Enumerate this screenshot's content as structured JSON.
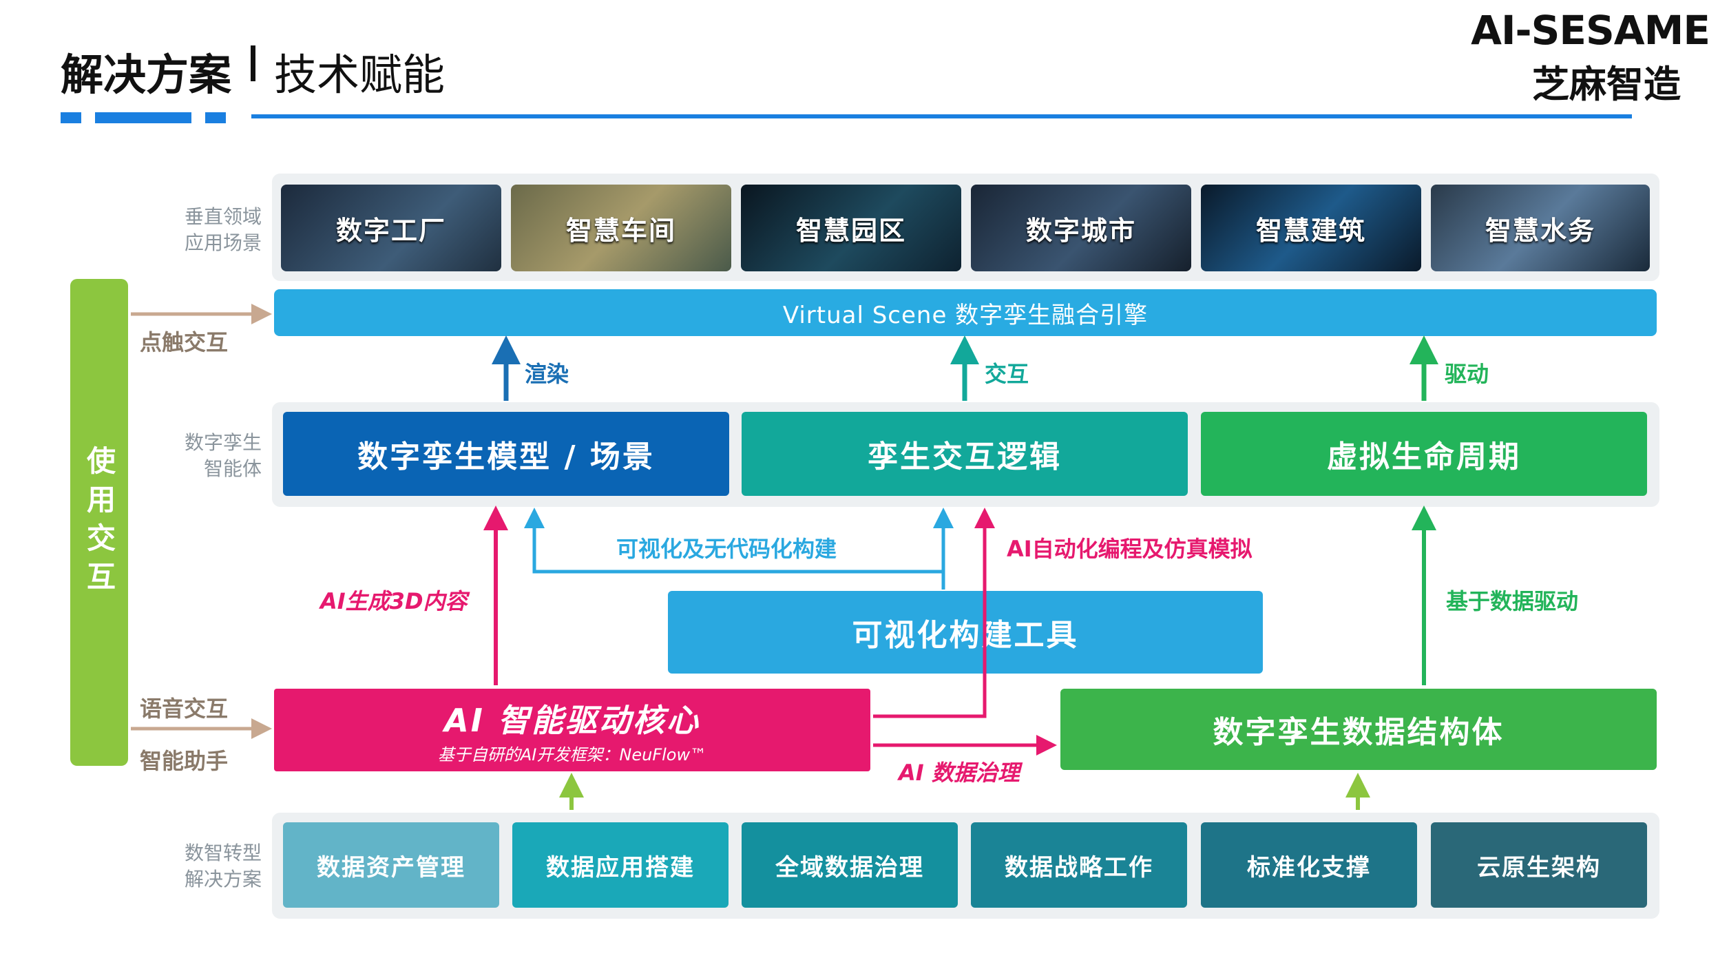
{
  "header": {
    "title_bold": "解决方案",
    "title_light": "技术赋能",
    "brand_en": "AI-SESAME",
    "brand_cn": "芝麻智造"
  },
  "side_labels": {
    "vertical": "垂直领域\n应用场景",
    "twin": "数字孪生\n智能体",
    "transform": "数智转型\n解决方案"
  },
  "interaction": {
    "bar_label": "使用交互",
    "touch": "点触交互",
    "voice": "语音交互",
    "assistant": "智能助手"
  },
  "scenes": [
    "数字工厂",
    "智慧车间",
    "智慧园区",
    "数字城市",
    "智慧建筑",
    "智慧水务"
  ],
  "engine": "Virtual Scene 数字孪生融合引擎",
  "upper_arrows": {
    "render": "渲染",
    "interact": "交互",
    "drive": "驱动"
  },
  "twin_boxes": [
    "数字孪生模型 / 场景",
    "孪生交互逻辑",
    "虚拟生命周期"
  ],
  "mid_labels": {
    "visual_nocode": "可视化及无代码化构建",
    "ai_auto": "AI自动化编程及仿真模拟",
    "ai_3d": "AI生成3D内容",
    "data_driven": "基于数据驱动",
    "ai_governance": "AI 数据治理"
  },
  "visual_tool": "可视化构建工具",
  "ai_core": {
    "title": "AI 智能驱动核心",
    "subtitle": "基于自研的AI开发框架：NeuFlow™"
  },
  "data_struct": "数字孪生数据结构体",
  "bottom_boxes": [
    "数据资产管理",
    "数据应用搭建",
    "全域数据治理",
    "数据战略工作",
    "标准化支撑",
    "云原生架构"
  ],
  "colors": {
    "accent_blue": "#1a7fe0",
    "engine": "#29abe2",
    "twin_model": "#0a64b4",
    "twin_logic": "#12a89a",
    "lifecycle": "#23b45a",
    "ai_core": "#e6196e",
    "data_struct": "#3cb44b",
    "visual_tool": "#2aa8e0",
    "green_bar": "#8cc63f",
    "magenta": "#e6196e"
  }
}
